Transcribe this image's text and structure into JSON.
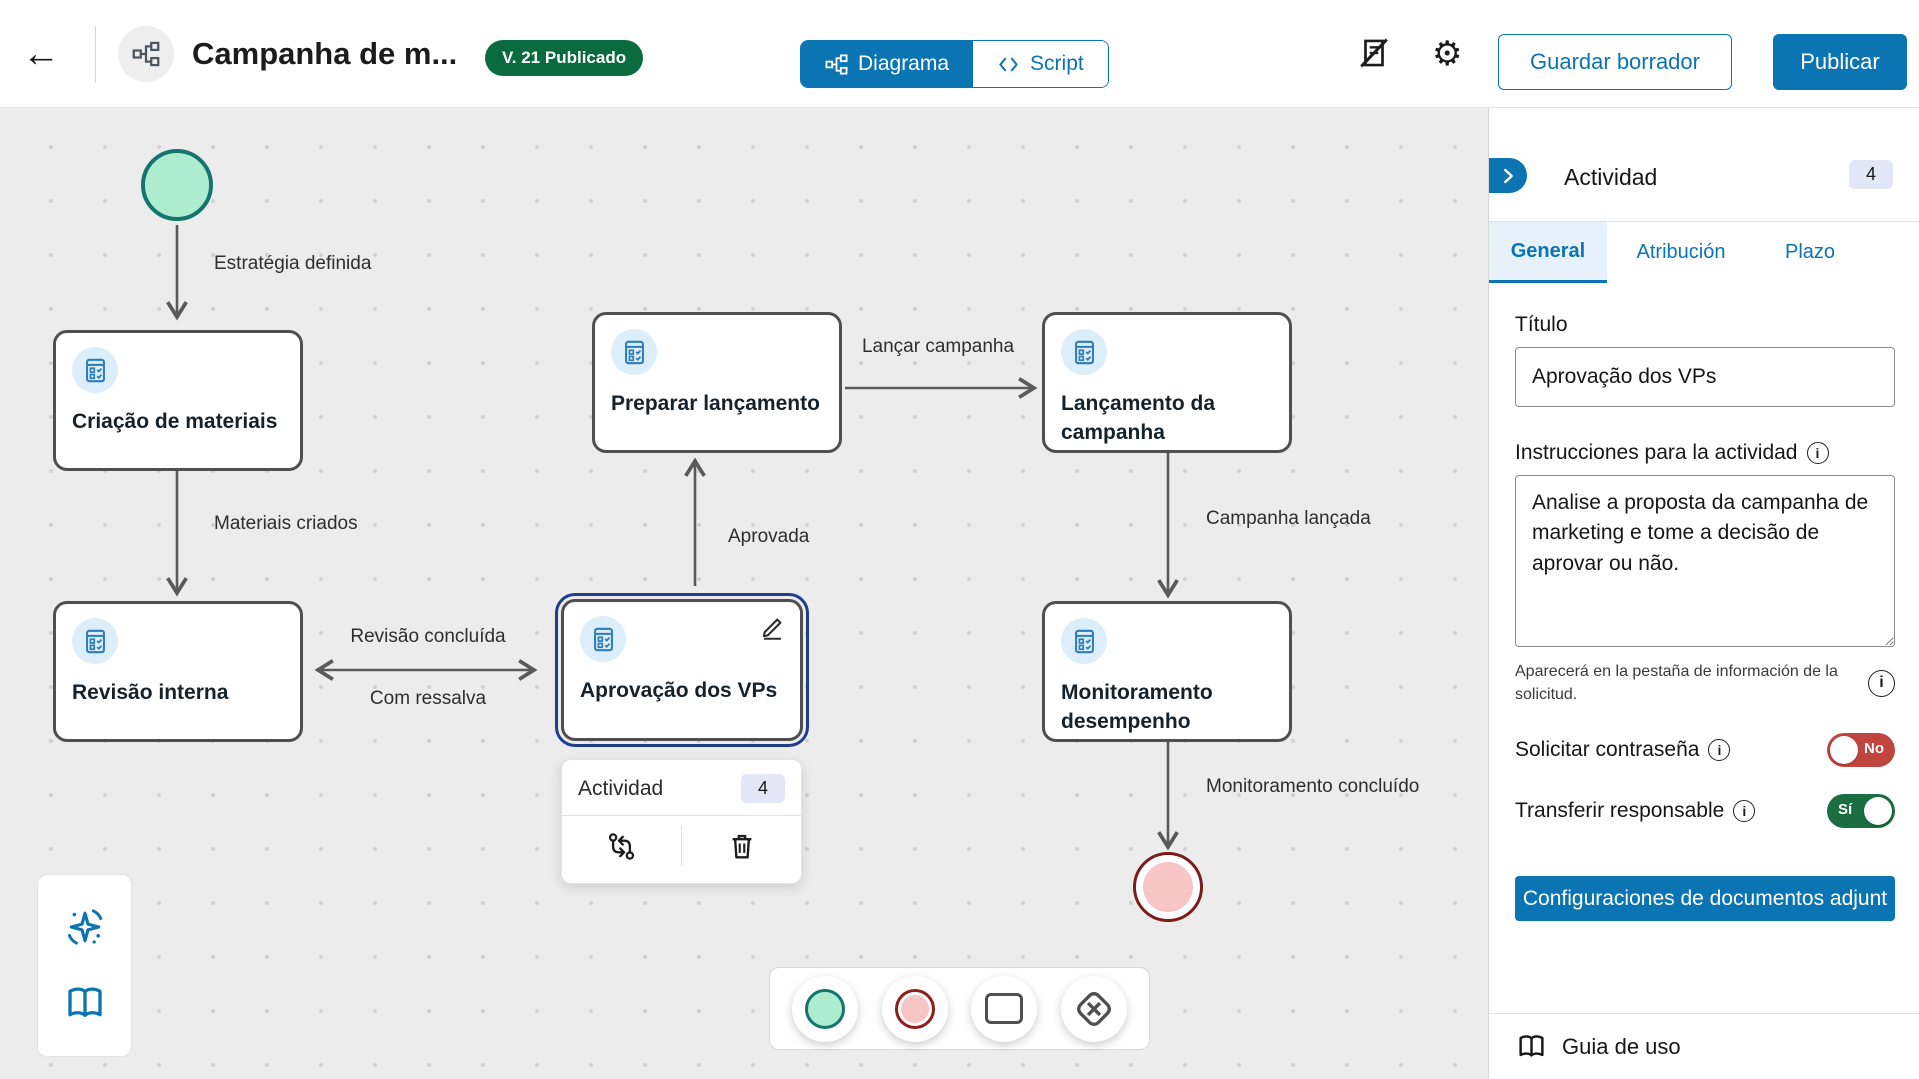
{
  "header": {
    "title": "Campanha de m...",
    "version_badge": "V. 21 Publicado",
    "tabs": [
      {
        "label": "Diagrama",
        "active": true
      },
      {
        "label": "Script",
        "active": false
      }
    ],
    "save_draft": "Guardar borrador",
    "publish": "Publicar"
  },
  "icons": {
    "back_arrow": "←",
    "gear": "⚙",
    "info": "i"
  },
  "colors": {
    "accent_blue": "#0b74b2",
    "badge_green": "#0a6b3f",
    "selection_blue": "#1f3f8e",
    "start_fill": "#aeeccf",
    "start_stroke": "#13756c",
    "end_fill": "#f7c5c3",
    "end_stroke": "#7d1d1a",
    "toggle_no": "#c0453e",
    "toggle_yes": "#1b6e40",
    "canvas_bg": "#ececec"
  },
  "canvas": {
    "nodes": [
      {
        "id": "start",
        "type": "start-event",
        "label": ""
      },
      {
        "id": "n1",
        "type": "activity",
        "label": "Criação de materiais"
      },
      {
        "id": "n2",
        "type": "activity",
        "label": "Revisão interna"
      },
      {
        "id": "n3",
        "type": "activity",
        "label": "Preparar lançamento"
      },
      {
        "id": "n4",
        "type": "activity",
        "label": "Aprovação dos VPs",
        "selected": true
      },
      {
        "id": "n5",
        "type": "activity",
        "label": "Lançamento da campanha"
      },
      {
        "id": "n6",
        "type": "activity",
        "label": "Monitoramento desempenho"
      },
      {
        "id": "end",
        "type": "end-event",
        "label": ""
      }
    ],
    "edges": [
      {
        "label": "Estratégia definida"
      },
      {
        "label": "Materiais criados"
      },
      {
        "label": "Revisão concluída"
      },
      {
        "label": "Com ressalva"
      },
      {
        "label": "Aprovada"
      },
      {
        "label": "Lançar campanha"
      },
      {
        "label": "Campanha lançada"
      },
      {
        "label": "Monitoramento concluído"
      }
    ],
    "node_menu": {
      "type_label": "Actividad",
      "count": "4"
    },
    "palette": [
      "start-event",
      "end-event",
      "activity",
      "gateway"
    ]
  },
  "sidebar": {
    "panel_title": "Actividad",
    "badge": "4",
    "tabs": [
      {
        "label": "General",
        "active": true
      },
      {
        "label": "Atribución",
        "active": false
      },
      {
        "label": "Plazo",
        "active": false
      }
    ],
    "title_label": "Título",
    "title_value": "Aprovação dos VPs",
    "instructions_label": "Instrucciones para la actividad",
    "instructions_value": "Analise a proposta da campanha de marketing e tome a decisão de aprovar ou não.",
    "helper_text": "Aparecerá en la pestaña de información de la solicitud.",
    "toggles": [
      {
        "label": "Solicitar contraseña",
        "state": "No",
        "on": false
      },
      {
        "label": "Transferir responsable",
        "state": "Sí",
        "on": true
      }
    ],
    "attachments_button": "Configuraciones de documentos adjunt",
    "usage_guide": "Guia de uso"
  }
}
